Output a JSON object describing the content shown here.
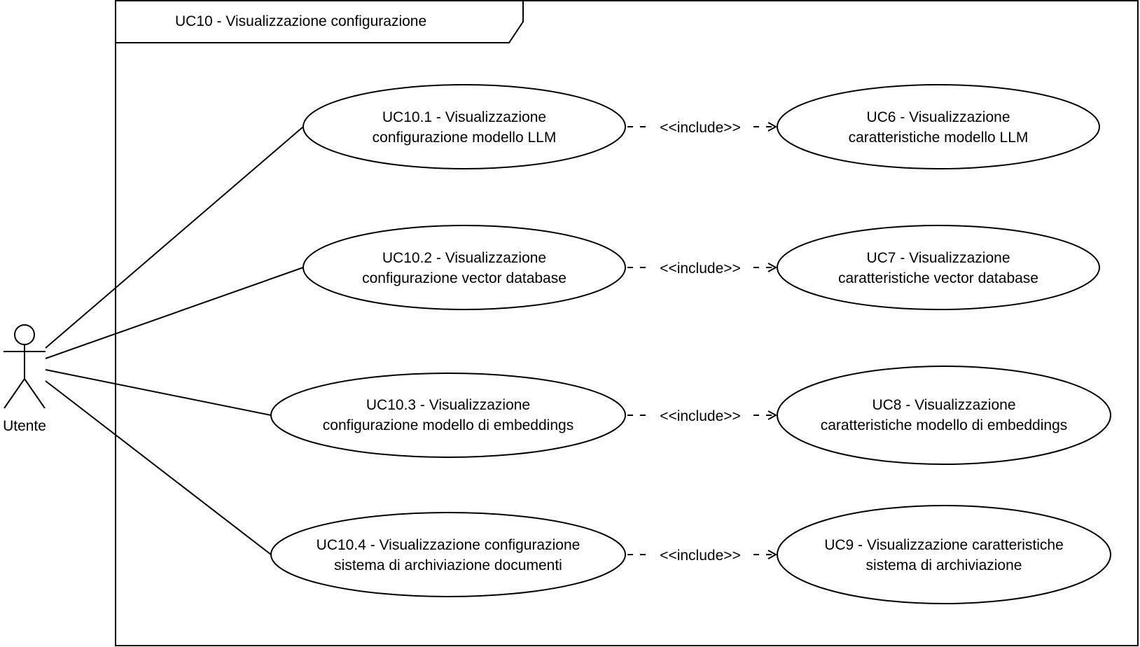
{
  "frame": {
    "title": "UC10 - Visualizzazione configurazione"
  },
  "actor": {
    "label": "Utente"
  },
  "include_label": "<<include>>",
  "use_cases": [
    {
      "lines": [
        "UC10.1 - Visualizzazione",
        "configurazione modello LLM"
      ]
    },
    {
      "lines": [
        "UC10.2 - Visualizzazione",
        "configurazione vector database"
      ]
    },
    {
      "lines": [
        "UC10.3 - Visualizzazione",
        "configurazione modello di embeddings"
      ]
    },
    {
      "lines": [
        "UC10.4 - Visualizzazione configurazione",
        "sistema di archiviazione documenti"
      ]
    }
  ],
  "included_use_cases": [
    {
      "lines": [
        "UC6 - Visualizzazione",
        "caratteristiche modello LLM"
      ]
    },
    {
      "lines": [
        "UC7 - Visualizzazione",
        "caratteristiche vector database"
      ]
    },
    {
      "lines": [
        "UC8 - Visualizzazione",
        "caratteristiche modello di embeddings"
      ]
    },
    {
      "lines": [
        "UC9 - Visualizzazione caratteristiche",
        "sistema di archiviazione"
      ]
    }
  ]
}
